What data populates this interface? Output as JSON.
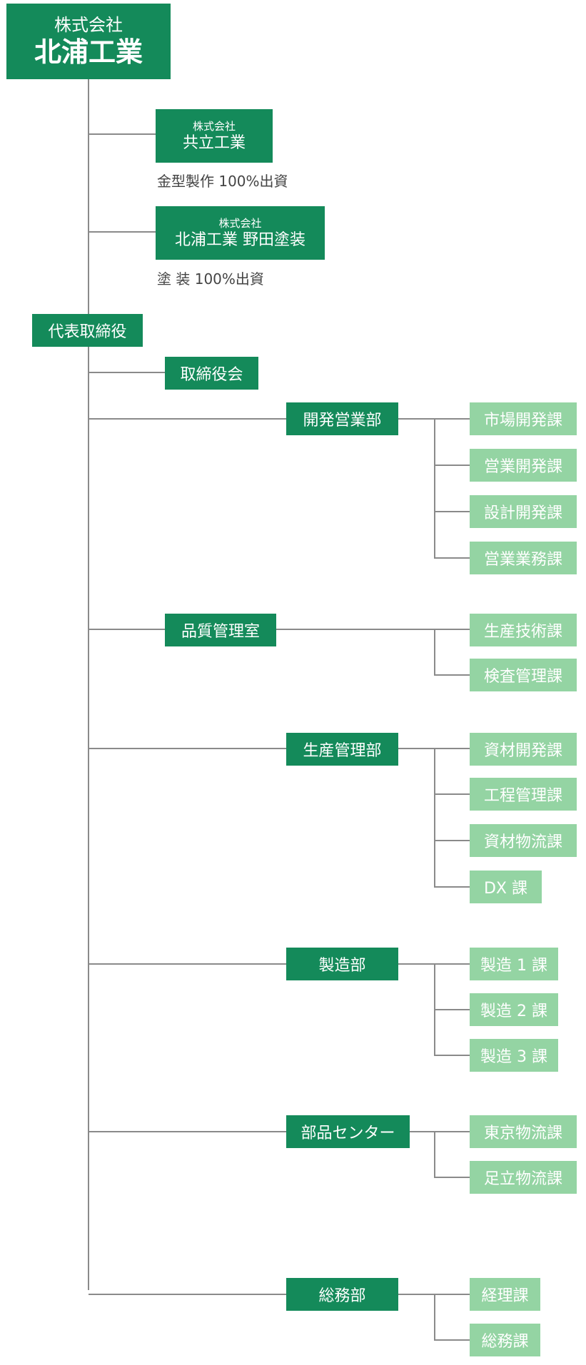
{
  "root": {
    "line1": "株式会社",
    "line2": "北浦工業"
  },
  "subsidiaries": [
    {
      "line1": "株式会社",
      "line2": "共立工業",
      "note": "金型製作  100%出資"
    },
    {
      "line1": "株式会社",
      "line2": "北浦工業 野田塗装",
      "note": "塗 装  100%出資"
    }
  ],
  "representative": "代表取締役",
  "board": "取締役会",
  "departments": [
    {
      "name": "開発営業部",
      "sections": [
        "市場開発課",
        "営業開発課",
        "設計開発課",
        "営業業務課"
      ]
    },
    {
      "name": "品質管理室",
      "sections": [
        "生産技術課",
        "検査管理課"
      ]
    },
    {
      "name": "生産管理部",
      "sections": [
        "資材開発課",
        "工程管理課",
        "資材物流課",
        "DX 課"
      ]
    },
    {
      "name": "製造部",
      "sections": [
        "製造 1 課",
        "製造 2 課",
        "製造 3 課"
      ]
    },
    {
      "name": "部品センター",
      "sections": [
        "東京物流課",
        "足立物流課"
      ]
    },
    {
      "name": "総務部",
      "sections": [
        "経理課",
        "総務課"
      ]
    }
  ],
  "colors": {
    "dark_green": "#148a5a",
    "light_green": "#94d4a3",
    "line": "#8a8a8a",
    "note_text": "#444444"
  }
}
